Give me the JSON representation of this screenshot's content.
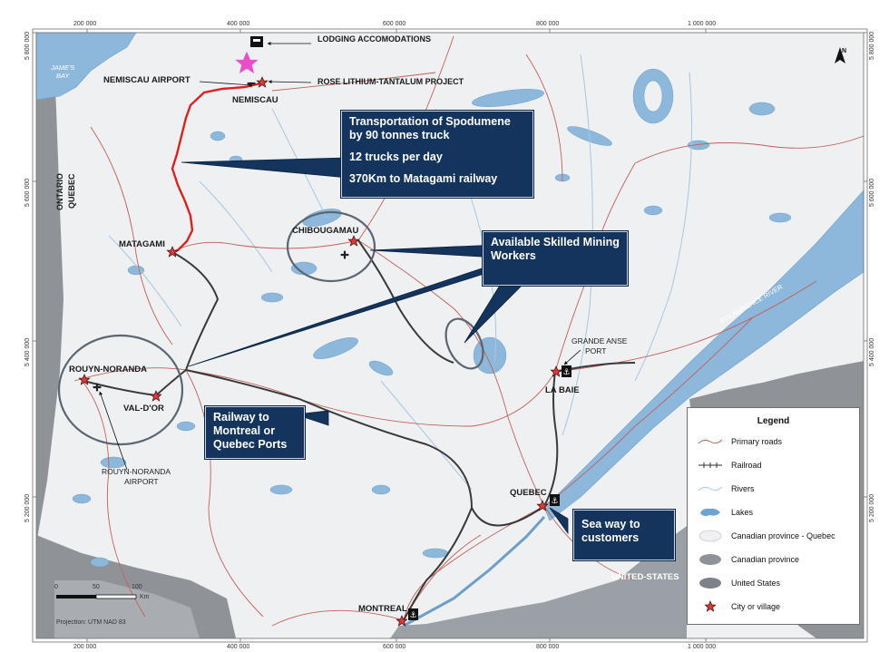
{
  "map": {
    "places": {
      "lodging": "LODGING ACCOMODATIONS",
      "rose_project": "ROSE LITHIUM-TANTALUM PROJECT",
      "nemiscau_airport": "NEMISCAU AIRPORT",
      "nemiscau": "NEMISCAU",
      "matagami": "MATAGAMI",
      "chibougamau": "CHIBOUGAMAU",
      "rouyn_noranda": "ROUYN-NORANDA",
      "val_dor": "VAL-D'OR",
      "rouyn_airport_line1": "ROUYN-NORANDA",
      "rouyn_airport_line2": "AIRPORT",
      "grande_anse_line1": "GRANDE ANSE",
      "grande_anse_line2": "PORT",
      "la_baie": "LA BAIE",
      "quebec_city": "QUEBEC",
      "montreal": "MONTREAL",
      "united_states": "UNITED-STATES",
      "ontario": "ONTARIO",
      "quebec_province": "QUEBEC",
      "james_bay_line1": "JAME'S",
      "james_bay_line2": "BAY",
      "st_lawrence": "ST-LAWRENCE RIVER"
    },
    "callouts": {
      "transport": [
        "Transportation of Spodumene by 90 tonnes truck",
        "12 trucks per day",
        "370Km to Matagami railway"
      ],
      "workers": "Available Skilled Mining Workers",
      "railway": "Railway to Montreal or Quebec Ports",
      "seaway": "Sea way to customers"
    },
    "coords": {
      "x": [
        "200 000",
        "400 000",
        "600 000",
        "800 000",
        "1 000 000"
      ],
      "y": [
        "5 800 000",
        "5 600 000",
        "5 400 000",
        "5 200 000"
      ]
    },
    "scale": {
      "ticks": [
        "0",
        "50",
        "100"
      ],
      "unit": "Km",
      "projection": "Projection: UTM NAD 83"
    },
    "legend": {
      "title": "Legend",
      "items": [
        {
          "label": "Primary roads",
          "icon": "primary-road-line"
        },
        {
          "label": "Railroad",
          "icon": "railroad-line"
        },
        {
          "label": "Rivers",
          "icon": "river-line"
        },
        {
          "label": "Lakes",
          "icon": "lake-shape"
        },
        {
          "label": "Canadian province - Quebec",
          "icon": "quebec-ellipse"
        },
        {
          "label": "Canadian province",
          "icon": "province-ellipse"
        },
        {
          "label": "United States",
          "icon": "us-ellipse"
        },
        {
          "label": "City or village",
          "icon": "city-star-icon"
        }
      ]
    },
    "colors": {
      "land_quebec": "#eef0f2",
      "other_territory": "#8f9398",
      "water": "#8db8dc",
      "road": "#c0605a",
      "haul_road": "#e02020",
      "railway": "#3a3a3a",
      "callout": "#14345e",
      "project_star": "#e84fc9",
      "city_star": "#d93a3a"
    }
  }
}
